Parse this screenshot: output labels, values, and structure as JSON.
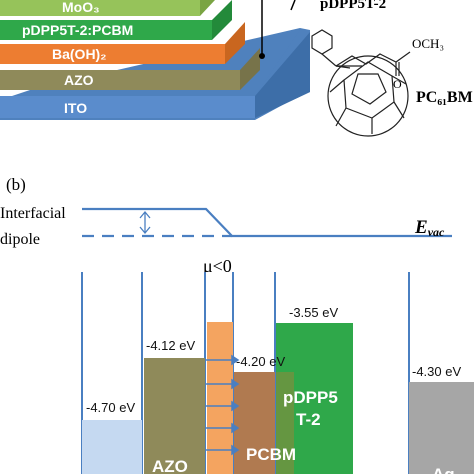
{
  "panel_a": {
    "layers": [
      {
        "label": "MoO₃",
        "color": "#96c35a"
      },
      {
        "label": "pDPP5T-2:PCBM",
        "color": "#2fa84a"
      },
      {
        "label": "Ba(OH)₂",
        "color": "#ed7d31"
      },
      {
        "label": "AZO",
        "color": "#8f8a5a"
      },
      {
        "label": "ITO",
        "color": "#4f81bd"
      }
    ],
    "molecule_1_label": "pDPP5T-2",
    "molecule_2_label": "PC₆₁BM",
    "methyl_label": "OCH₃",
    "oxygen_label": "O"
  },
  "panel_b": {
    "panel_label": "(b)",
    "interfacial_label_line1": "Interfacial",
    "interfacial_label_line2": "dipole",
    "evac_label": "E",
    "evac_sub": "vac",
    "mu_label": "μ<0",
    "levels": [
      {
        "value": "-4.70 eV",
        "color": "#c5d9f1"
      },
      {
        "value": "-4.12 eV",
        "color": "#8f8a5a"
      },
      {
        "value": "-4.20 eV",
        "color": "#b07a50"
      },
      {
        "value": "-3.55 eV",
        "color": "#2fa84a"
      },
      {
        "value": "-4.30 eV",
        "color": "#a6a6a6"
      }
    ],
    "block_labels": {
      "azo": "AZO",
      "pcbm": "PCBM",
      "pdpp_line1": "pDPP5",
      "pdpp_line2": "T-2",
      "ag": "Ag"
    },
    "colors": {
      "line": "#4a7fc1",
      "baoh": "#f4a460",
      "arrow": "#4a7fc1"
    }
  }
}
